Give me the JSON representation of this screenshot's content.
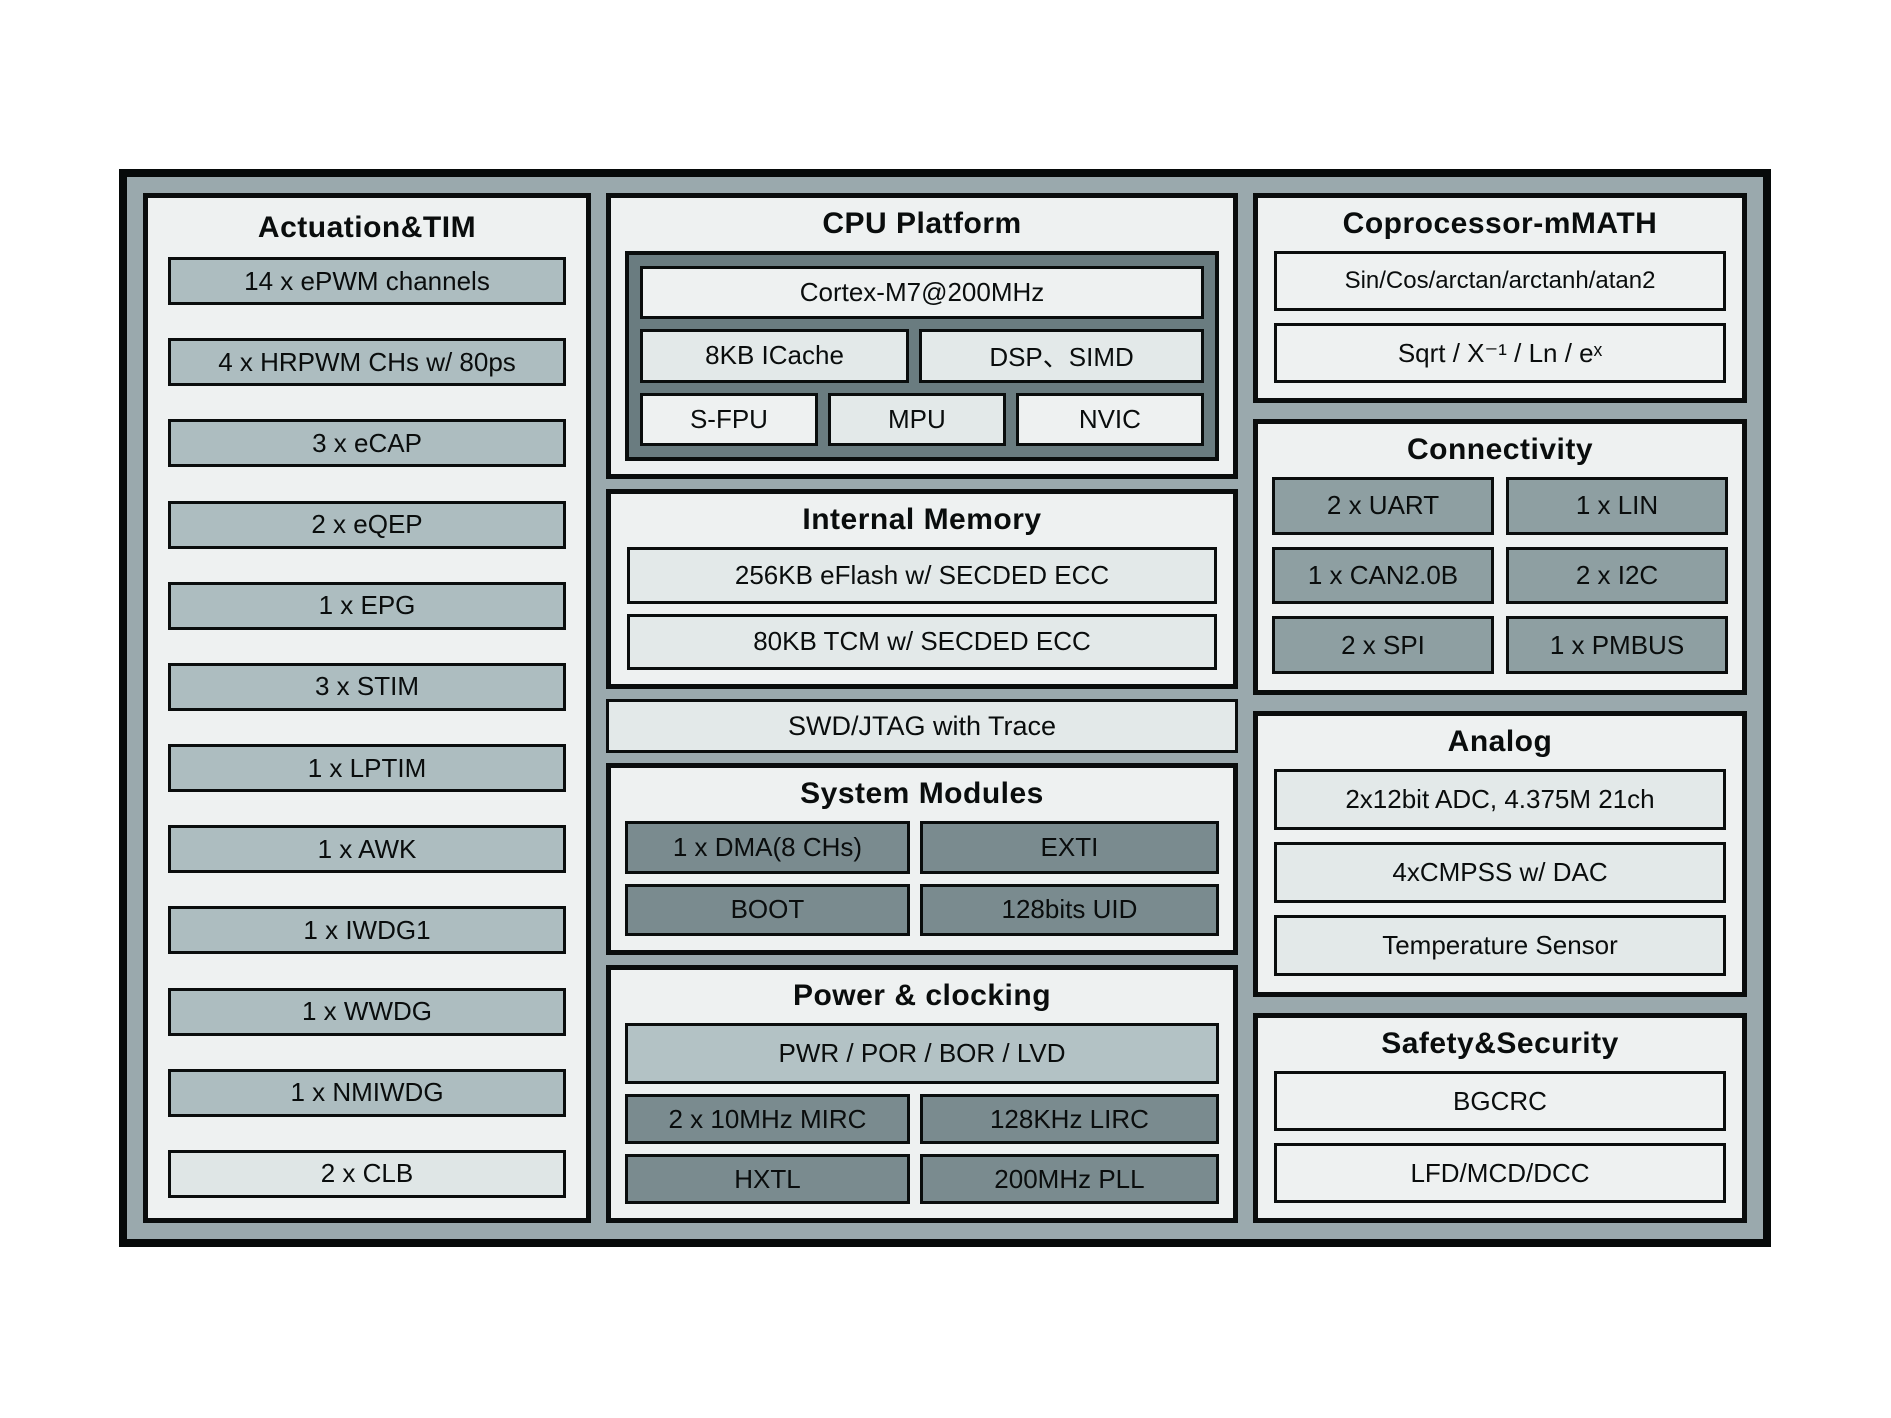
{
  "palette": {
    "chip_background": "#9aa9ad",
    "panel_background": "#eef1f1",
    "box_gray": "#adbdc0",
    "box_light": "#eef1f1",
    "box_midlight": "#e3e9e9",
    "box_dark": "#7a8b8f",
    "box_connectivity": "#8e9fa2",
    "box_power_bar": "#b3c2c5",
    "box_clb": "#dfe6e6",
    "cpu_container": "#6a7c80",
    "border": "#0a0d0d"
  },
  "sections": {
    "actuation": {
      "title": "Actuation&TIM",
      "items": [
        "14 x ePWM channels",
        "4 x HRPWM CHs w/ 80ps",
        "3 x eCAP",
        "2 x eQEP",
        "1 x EPG",
        "3 x STIM",
        "1 x LPTIM",
        "1 x AWK",
        "1 x IWDG1",
        "1 x WWDG",
        "1 x NMIWDG",
        "2 x CLB"
      ]
    },
    "cpu": {
      "title": "CPU Platform",
      "core": "Cortex-M7@200MHz",
      "row2": [
        "8KB ICache",
        "DSP、SIMD"
      ],
      "row3": [
        "S-FPU",
        "MPU",
        "NVIC"
      ]
    },
    "memory": {
      "title": "Internal Memory",
      "items": [
        "256KB eFlash w/ SECDED ECC",
        "80KB TCM w/ SECDED ECC"
      ]
    },
    "debug": {
      "label": "SWD/JTAG with Trace"
    },
    "system": {
      "title": "System Modules",
      "items": [
        "1 x DMA(8 CHs)",
        "EXTI",
        "BOOT",
        "128bits UID"
      ]
    },
    "power": {
      "title": "Power & clocking",
      "bar": "PWR / POR / BOR / LVD",
      "items": [
        "2 x 10MHz MIRC",
        "128KHz LIRC",
        "HXTL",
        "200MHz PLL"
      ]
    },
    "coprocessor": {
      "title": "Coprocessor-mMATH",
      "items": [
        "Sin/Cos/arctan/arctanh/atan2",
        "Sqrt / X⁻¹ / Ln / eˣ"
      ]
    },
    "connectivity": {
      "title": "Connectivity",
      "items": [
        "2 x UART",
        "1 x LIN",
        "1 x CAN2.0B",
        "2 x I2C",
        "2 x SPI",
        "1 x PMBUS"
      ]
    },
    "analog": {
      "title": "Analog",
      "items": [
        "2x12bit ADC, 4.375M 21ch",
        "4xCMPSS w/ DAC",
        "Temperature Sensor"
      ]
    },
    "safety": {
      "title": "Safety&Security",
      "items": [
        "BGCRC",
        "LFD/MCD/DCC"
      ]
    }
  }
}
